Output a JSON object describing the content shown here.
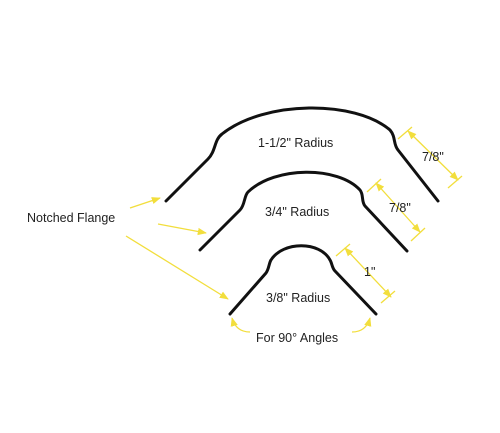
{
  "labels": {
    "notched_flange": "Notched Flange",
    "radius_large": "1-1/2\" Radius",
    "radius_medium": "3/4\" Radius",
    "radius_small": "3/8\" Radius",
    "dim_large": "7/8\"",
    "dim_medium": "7/8\"",
    "dim_small": "1\"",
    "angle_note": "For 90° Angles"
  },
  "colors": {
    "profile_stroke": "#111111",
    "callout_yellow": "#f2de3c",
    "text": "#222222",
    "background": "#ffffff"
  }
}
